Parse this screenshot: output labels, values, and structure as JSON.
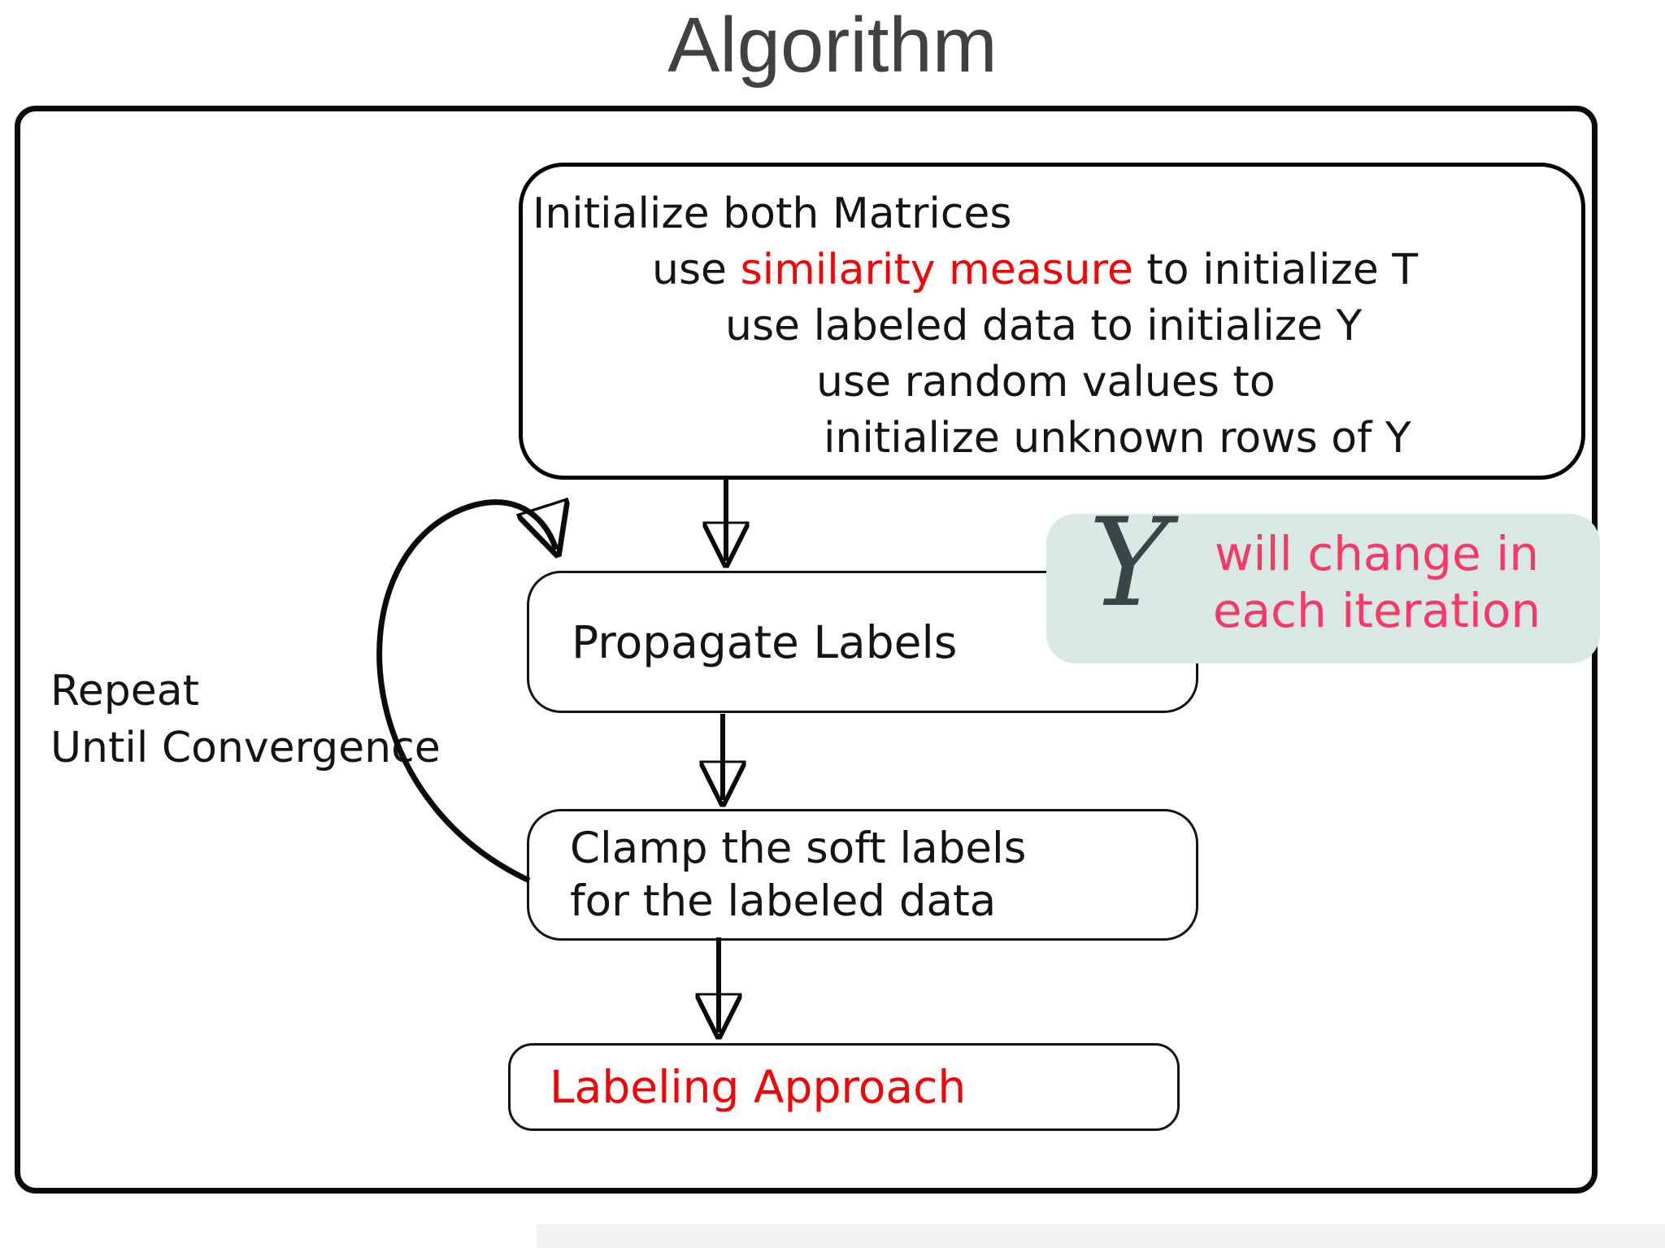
{
  "title": "Algorithm",
  "colors": {
    "accent_red": "#f40404",
    "pink": "#fb3766",
    "teal_bg": "#d8e8e4",
    "y_dark": "#3a4547",
    "title_gray": "#414141"
  },
  "init_box": {
    "lines": [
      {
        "text": "Initialize both Matrices"
      },
      {
        "pre": "use ",
        "highlight": "similarity measure",
        "post": " to initialize T"
      },
      {
        "text": "use labeled data to initialize Y"
      },
      {
        "text": "use random values to"
      },
      {
        "text": "initialize unknown rows of Y"
      }
    ]
  },
  "propagate_box": {
    "label": "Propagate Labels"
  },
  "callout": {
    "symbol": "Y",
    "line1": "will change in",
    "line2": "each iteration"
  },
  "loop_label": {
    "line1": "Repeat",
    "line2": "Until Convergence"
  },
  "clamp_box": {
    "line1": "Clamp the soft labels",
    "line2": "for the labeled data"
  },
  "labeling_box": {
    "label": "Labeling Approach"
  }
}
